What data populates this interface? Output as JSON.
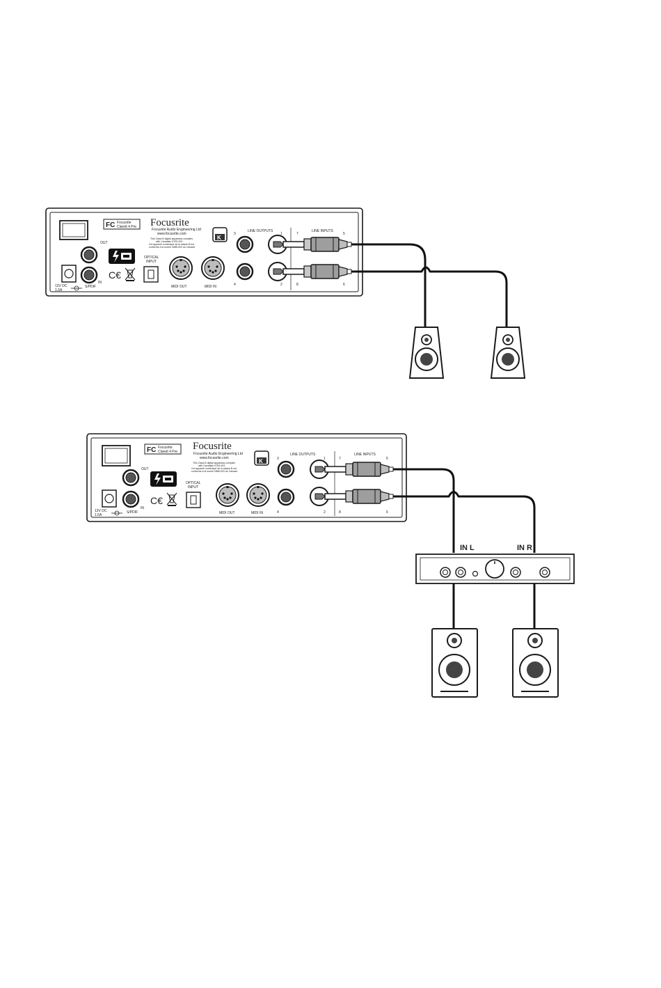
{
  "interface": {
    "brand": "Focusrite",
    "company": "Focusrite Audio Engineering Ltd",
    "website": "www.focusrite.com",
    "fcc_label": "FC",
    "fcc_brand": "Focusrite",
    "model": "Clarett 4 Pre",
    "compliance_lines": [
      "This Class B digital apparatus complies",
      "with Canadian ICES-003",
      "Cet appareil numérique de la classe B est",
      "conforme à la norme NMB-003 du Canada"
    ],
    "ce_mark": "C€",
    "out_label": "OUT",
    "in_label": "IN",
    "spdif_label": "S/PDIF",
    "optical_label_1": "OPTICAL",
    "optical_label_2": "INPUT",
    "midi_out_label": "MIDI OUT",
    "midi_in_label": "MIDI IN",
    "line_outputs_label": "LINE OUTPUTS",
    "line_inputs_label": "LINE INPUTS",
    "power_label_1": "12V DC",
    "power_label_2": "1.5A",
    "k_logo": "K",
    "output_numbers": [
      "3",
      "1",
      "4",
      "2"
    ],
    "input_numbers": [
      "7",
      "5",
      "8",
      "6"
    ]
  },
  "amplifier": {
    "in_l_label": "IN L",
    "in_r_label": "IN R"
  },
  "colors": {
    "line": "#1a1a1a",
    "plug_grey": "#a8a8a8",
    "cone": "#444444"
  },
  "icons": [
    "thunderbolt-icon",
    "ce-mark-icon",
    "weee-bin-icon",
    "k-logo-icon",
    "dc-polarity-icon"
  ]
}
